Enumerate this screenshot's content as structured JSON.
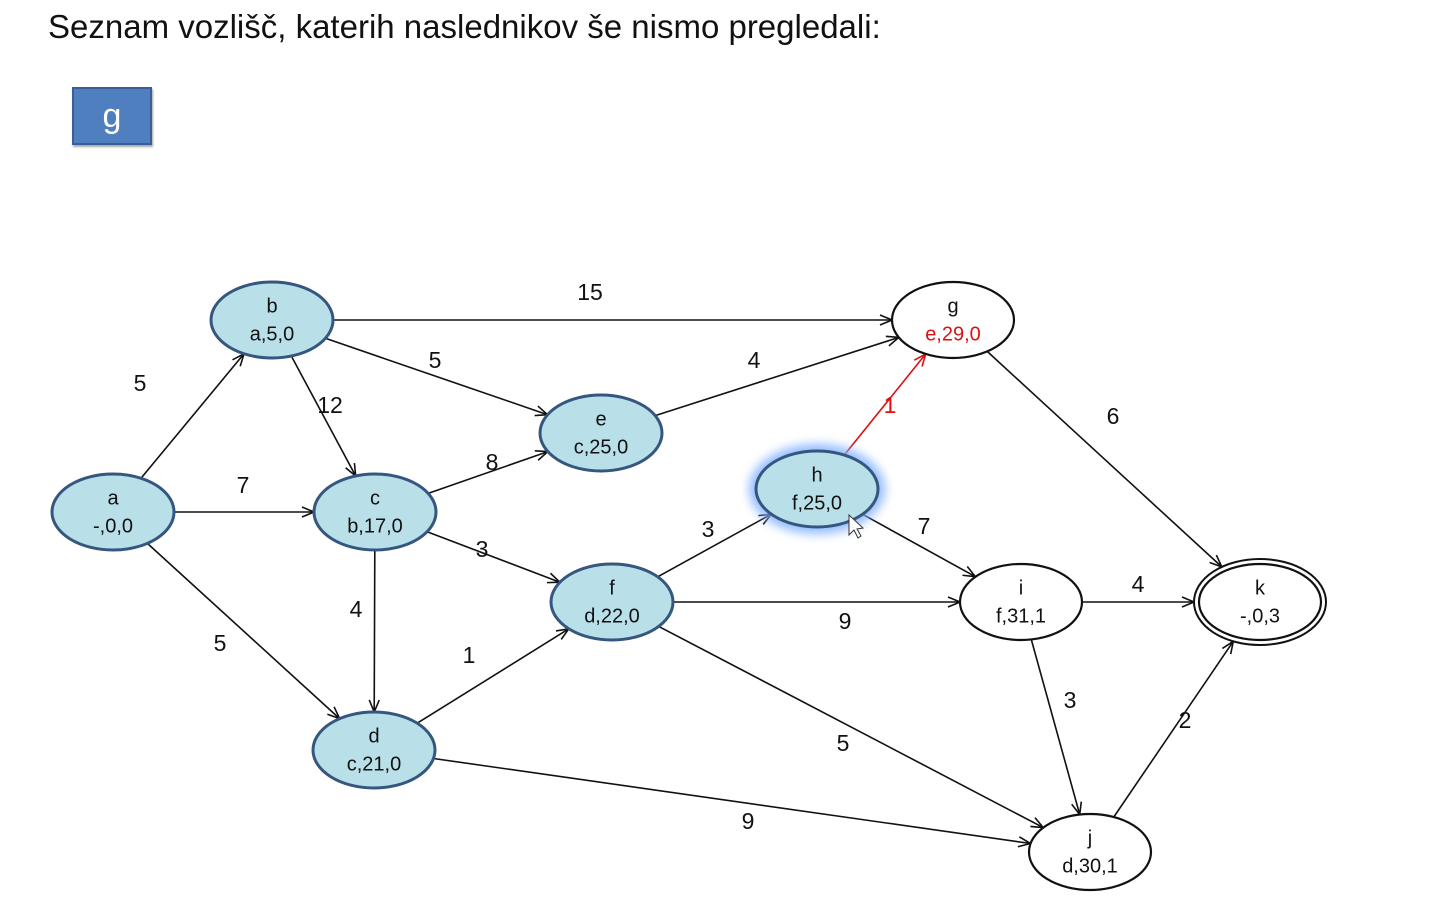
{
  "title": "Seznam vozlišč, katerih naslednikov še nismo pregledali:",
  "queue": [
    "g"
  ],
  "colors": {
    "visited_fill": "#b9dfe8",
    "visited_stroke": "#35577f",
    "unvisited_fill": "#ffffff",
    "edge": "#111111",
    "highlight": "#dd1111",
    "glow": "#7fb0ff",
    "queue_fill": "#4f7fbf"
  },
  "nodes": [
    {
      "id": "a",
      "label": "-,0,0",
      "state": "visited"
    },
    {
      "id": "b",
      "label": "a,5,0",
      "state": "visited"
    },
    {
      "id": "c",
      "label": "b,17,0",
      "state": "visited"
    },
    {
      "id": "d",
      "label": "c,21,0",
      "state": "visited"
    },
    {
      "id": "e",
      "label": "c,25,0",
      "state": "visited"
    },
    {
      "id": "f",
      "label": "d,22,0",
      "state": "visited"
    },
    {
      "id": "h",
      "label": "f,25,0",
      "state": "current"
    },
    {
      "id": "g",
      "label": "e,29,0",
      "state": "unvisited",
      "label_highlight": true
    },
    {
      "id": "i",
      "label": "f,31,1",
      "state": "unvisited"
    },
    {
      "id": "j",
      "label": "d,30,1",
      "state": "unvisited"
    },
    {
      "id": "k",
      "label": "-,0,3",
      "state": "target"
    }
  ],
  "edges": [
    {
      "from": "a",
      "to": "b",
      "weight": "5"
    },
    {
      "from": "a",
      "to": "c",
      "weight": "7"
    },
    {
      "from": "a",
      "to": "d",
      "weight": "5"
    },
    {
      "from": "b",
      "to": "g",
      "weight": "15"
    },
    {
      "from": "b",
      "to": "e",
      "weight": "5"
    },
    {
      "from": "b",
      "to": "c",
      "weight": "12"
    },
    {
      "from": "c",
      "to": "e",
      "weight": "8"
    },
    {
      "from": "c",
      "to": "f",
      "weight": "3"
    },
    {
      "from": "c",
      "to": "d",
      "weight": "4"
    },
    {
      "from": "d",
      "to": "f",
      "weight": "1"
    },
    {
      "from": "d",
      "to": "j",
      "weight": "9"
    },
    {
      "from": "e",
      "to": "g",
      "weight": "4"
    },
    {
      "from": "f",
      "to": "h",
      "weight": "3"
    },
    {
      "from": "f",
      "to": "i",
      "weight": "9"
    },
    {
      "from": "f",
      "to": "j",
      "weight": "5"
    },
    {
      "from": "h",
      "to": "g",
      "weight": "1",
      "highlight": true
    },
    {
      "from": "h",
      "to": "i",
      "weight": "7"
    },
    {
      "from": "g",
      "to": "k",
      "weight": "6"
    },
    {
      "from": "i",
      "to": "k",
      "weight": "4"
    },
    {
      "from": "i",
      "to": "j",
      "weight": "3"
    },
    {
      "from": "j",
      "to": "k",
      "weight": "2"
    }
  ]
}
